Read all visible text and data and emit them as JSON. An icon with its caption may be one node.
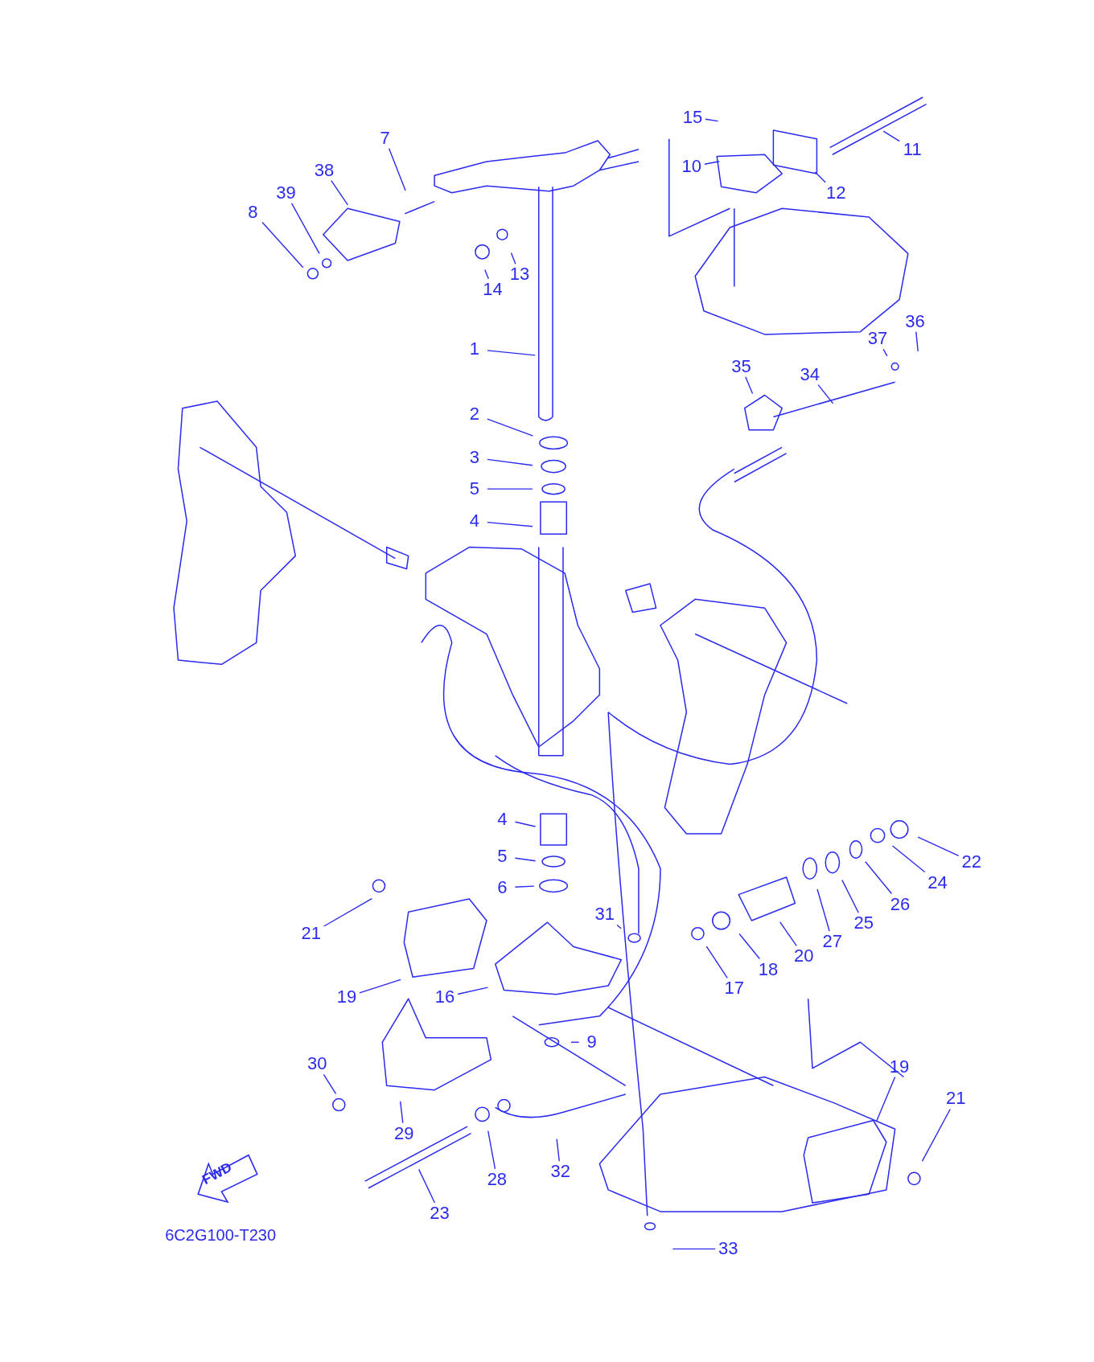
{
  "diagram": {
    "nodes": [
      {
        "text": [
          "1"
        ]
      },
      {
        "text": [
          "2"
        ]
      },
      {
        "text": [
          "3"
        ]
      },
      {
        "text": [
          "5"
        ]
      },
      {
        "text": [
          "4"
        ]
      },
      {
        "text": [
          "7"
        ]
      },
      {
        "text": [
          "38"
        ]
      },
      {
        "text": [
          "39"
        ]
      },
      {
        "text": [
          "8"
        ]
      },
      {
        "text": [
          "13"
        ]
      },
      {
        "text": [
          "14"
        ]
      },
      {
        "text": [
          "15"
        ]
      },
      {
        "text": [
          "10"
        ]
      },
      {
        "text": [
          "11"
        ]
      },
      {
        "text": [
          "12"
        ]
      },
      {
        "text": [
          "36"
        ]
      },
      {
        "text": [
          "37"
        ]
      },
      {
        "text": [
          "35"
        ]
      },
      {
        "text": [
          "34"
        ]
      },
      {
        "text": [
          "4"
        ]
      },
      {
        "text": [
          "5"
        ]
      },
      {
        "text": [
          "6"
        ]
      },
      {
        "text": [
          "21"
        ]
      },
      {
        "text": [
          "19"
        ]
      },
      {
        "text": [
          "16"
        ]
      },
      {
        "text": [
          "31"
        ]
      },
      {
        "text": [
          "9"
        ]
      },
      {
        "text": [
          "30"
        ]
      },
      {
        "text": [
          "29"
        ]
      },
      {
        "text": [
          "23"
        ]
      },
      {
        "text": [
          "28"
        ]
      },
      {
        "text": [
          "32"
        ]
      },
      {
        "text": [
          "33"
        ]
      },
      {
        "text": [
          "17"
        ]
      },
      {
        "text": [
          "18"
        ]
      },
      {
        "text": [
          "20"
        ]
      },
      {
        "text": [
          "27"
        ]
      },
      {
        "text": [
          "25"
        ]
      },
      {
        "text": [
          "26"
        ]
      },
      {
        "text": [
          "24"
        ]
      },
      {
        "text": [
          "22"
        ]
      },
      {
        "text": [
          "19"
        ]
      },
      {
        "text": [
          "21"
        ]
      }
    ],
    "edges": [
      {
        "from": 0,
        "to": null,
        "arrow": "none"
      },
      {
        "from": 1,
        "to": null,
        "arrow": "none"
      },
      {
        "from": 2,
        "to": null,
        "arrow": "none"
      },
      {
        "from": 3,
        "to": null,
        "arrow": "none"
      },
      {
        "from": 4,
        "to": null,
        "arrow": "none"
      },
      {
        "from": 5,
        "to": null,
        "arrow": "none"
      },
      {
        "from": 6,
        "to": null,
        "arrow": "none"
      },
      {
        "from": 7,
        "to": null,
        "arrow": "none"
      },
      {
        "from": 8,
        "to": null,
        "arrow": "none"
      },
      {
        "from": 9,
        "to": null,
        "arrow": "none"
      },
      {
        "from": 10,
        "to": null,
        "arrow": "none"
      },
      {
        "from": 11,
        "to": null,
        "arrow": "none"
      },
      {
        "from": 12,
        "to": null,
        "arrow": "none"
      },
      {
        "from": 13,
        "to": null,
        "arrow": "none"
      },
      {
        "from": 14,
        "to": null,
        "arrow": "none"
      },
      {
        "from": 15,
        "to": null,
        "arrow": "none"
      },
      {
        "from": 16,
        "to": null,
        "arrow": "none"
      },
      {
        "from": 17,
        "to": null,
        "arrow": "none"
      },
      {
        "from": 18,
        "to": null,
        "arrow": "none"
      },
      {
        "from": 19,
        "to": null,
        "arrow": "none"
      },
      {
        "from": 20,
        "to": null,
        "arrow": "none"
      },
      {
        "from": 21,
        "to": null,
        "arrow": "none"
      },
      {
        "from": 22,
        "to": null,
        "arrow": "none"
      },
      {
        "from": 23,
        "to": null,
        "arrow": "none"
      },
      {
        "from": 24,
        "to": null,
        "arrow": "none"
      },
      {
        "from": 25,
        "to": null,
        "arrow": "none"
      },
      {
        "from": 26,
        "to": null,
        "arrow": "none"
      },
      {
        "from": 27,
        "to": null,
        "arrow": "none"
      },
      {
        "from": 28,
        "to": null,
        "arrow": "none"
      },
      {
        "from": 29,
        "to": null,
        "arrow": "none"
      },
      {
        "from": 30,
        "to": null,
        "arrow": "none"
      },
      {
        "from": 31,
        "to": null,
        "arrow": "none"
      },
      {
        "from": 32,
        "to": null,
        "arrow": "none"
      },
      {
        "from": 33,
        "to": null,
        "arrow": "none"
      },
      {
        "from": 34,
        "to": null,
        "arrow": "none"
      },
      {
        "from": 35,
        "to": null,
        "arrow": "none"
      },
      {
        "from": 36,
        "to": null,
        "arrow": "none"
      },
      {
        "from": 37,
        "to": null,
        "arrow": "none"
      },
      {
        "from": 38,
        "to": null,
        "arrow": "none"
      },
      {
        "from": 39,
        "to": null,
        "arrow": "none"
      },
      {
        "from": 40,
        "to": null,
        "arrow": "none"
      },
      {
        "from": 41,
        "to": null,
        "arrow": "none"
      },
      {
        "from": 42,
        "to": null,
        "arrow": "none"
      }
    ],
    "labels": [
      "FWD",
      "6C2G100-T230"
    ]
  }
}
